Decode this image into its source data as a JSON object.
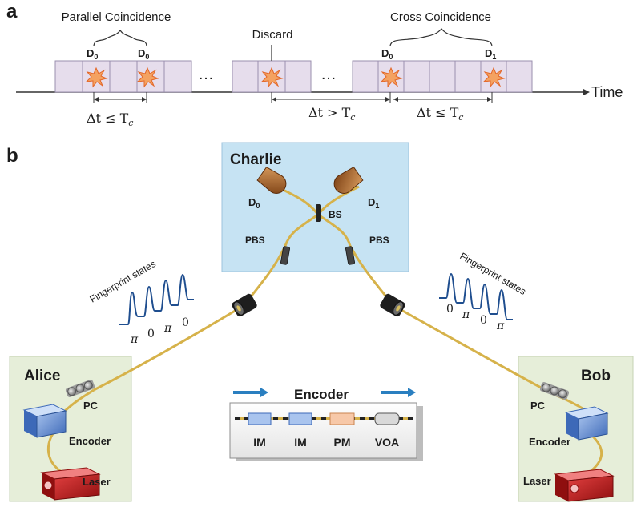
{
  "panel_a": {
    "label": "a",
    "parallel_coincidence": "Parallel Coincidence",
    "cross_coincidence": "Cross Coincidence",
    "discard": "Discard",
    "time_label": "Time",
    "ellipsis": "…",
    "detector_d0": "D",
    "detector_d1": "D",
    "sub0": "0",
    "sub1": "1",
    "dt_le_tc": "Δt ≤ T",
    "dt_gt_tc": "Δt > T",
    "tc_sub": "c"
  },
  "panel_b": {
    "label": "b",
    "charlie": "Charlie",
    "d0": "D",
    "d1": "D",
    "sub0": "0",
    "sub1": "1",
    "bs": "BS",
    "pbs_left": "PBS",
    "pbs_right": "PBS",
    "alice": "Alice",
    "bob": "Bob",
    "pc": "PC",
    "encoder": "Encoder",
    "laser": "Laser",
    "fingerprint_states": "Fingerprint states",
    "left_phases": [
      "π",
      "0",
      "π",
      "0"
    ],
    "right_phases": [
      "0",
      "π",
      "0",
      "π"
    ],
    "encoder_box": {
      "title": "Encoder",
      "components": [
        "IM",
        "IM",
        "PM",
        "VOA"
      ]
    }
  },
  "colors": {
    "slot_fill": "#e6ddec",
    "slot_stroke": "#9a8fae",
    "burst": "#f0893a",
    "charlie_bg": "#c6e3f3",
    "alice_bg": "#e6eed9",
    "fiber": "#d6b24a",
    "arrow_blue": "#2a7fc0",
    "pulse_blue": "#1f4e8f"
  }
}
